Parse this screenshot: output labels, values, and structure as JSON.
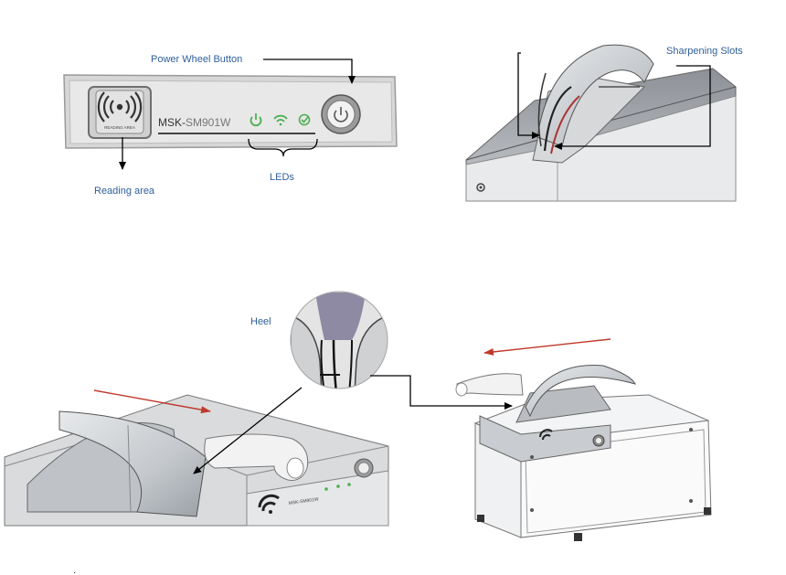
{
  "callouts": {
    "power_wheel_button": "Power Wheel Button",
    "reading_area": "Reading area",
    "leds": "LEDs",
    "sharpening_slots": "Sharpening Slots",
    "heel": "Heel"
  },
  "panel": {
    "model_prefix": "MSK-",
    "model_suffix": "SM901W",
    "reader_caption": "READING AREA"
  },
  "colors": {
    "label_text": "#2f5f9a",
    "led_green": "#4caf50",
    "direction_arrow": "#c0392b",
    "callout_line": "#000000"
  },
  "icons": [
    "nfc-wave-icon",
    "power-icon",
    "wifi-icon",
    "check-icon"
  ]
}
